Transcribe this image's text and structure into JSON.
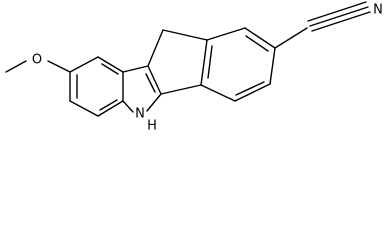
{
  "molecule": {
    "labels": {
      "oxygen": "O",
      "nitrogen": "N",
      "nh": "H",
      "hydrogen_nh": "H"
    }
  },
  "colors": {
    "line": "#000000",
    "background": "#ffffff"
  }
}
